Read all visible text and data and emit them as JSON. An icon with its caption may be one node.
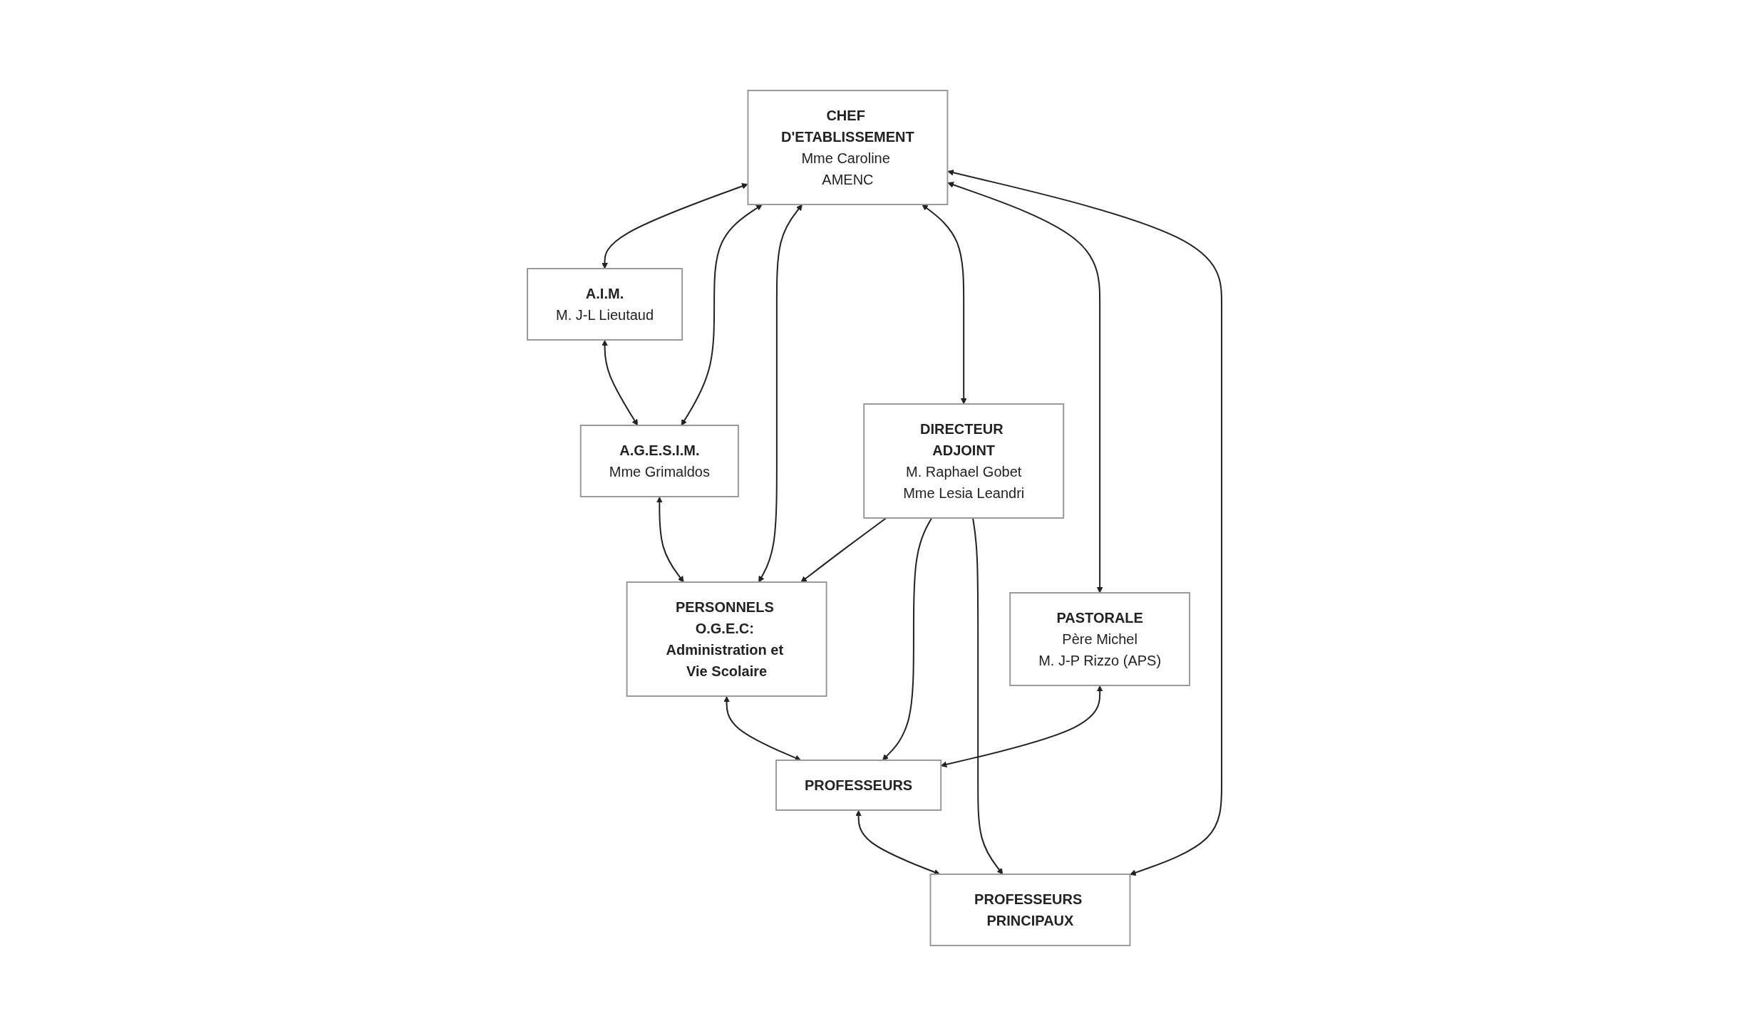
{
  "diagram": {
    "nodes": [
      {
        "text": [
          "CHEF D'ETABLISSEMENT",
          "Mme Caroline AMENC"
        ]
      },
      {
        "text": [
          "PASTORALE",
          "Père Michel",
          "M. J-P Rizzo (APS)"
        ]
      },
      {
        "text": [
          "A.I.M.",
          "M. J-L Lieutaud"
        ]
      },
      {
        "text": [
          "DIRECTEUR ADJOINT",
          "M. Raphael Gobet",
          "Mme Lesia Leandri"
        ]
      },
      {
        "text": [
          "A.G.E.S.I.M.",
          "Mme Grimaldos"
        ]
      },
      {
        "text": [
          "PROFESSEURS PRINCIPAUX"
        ]
      },
      {
        "text": [
          "PERSONNELS O.G.E.C: Administration et Vie Scolaire"
        ]
      },
      {
        "text": [
          "PROFESSEURS"
        ]
      }
    ],
    "edges": [
      {
        "from": 0,
        "to": 2,
        "arrow": "both"
      },
      {
        "from": 0,
        "to": 4,
        "arrow": "both"
      },
      {
        "from": 0,
        "to": 6,
        "arrow": "both"
      },
      {
        "from": 0,
        "to": 3,
        "arrow": "both"
      },
      {
        "from": 0,
        "to": 1,
        "arrow": "both"
      },
      {
        "from": 0,
        "to": 5,
        "arrow": "both"
      },
      {
        "from": 2,
        "to": 4,
        "arrow": "both"
      },
      {
        "from": 4,
        "to": 6,
        "arrow": "both"
      },
      {
        "from": 3,
        "to": 6,
        "arrow": "to"
      },
      {
        "from": 3,
        "to": 7,
        "arrow": "to"
      },
      {
        "from": 3,
        "to": 5,
        "arrow": "to"
      },
      {
        "from": 7,
        "to": 5,
        "arrow": "both"
      },
      {
        "from": 1,
        "to": 7,
        "arrow": "both"
      },
      {
        "from": 6,
        "to": 7,
        "arrow": "both"
      }
    ]
  }
}
